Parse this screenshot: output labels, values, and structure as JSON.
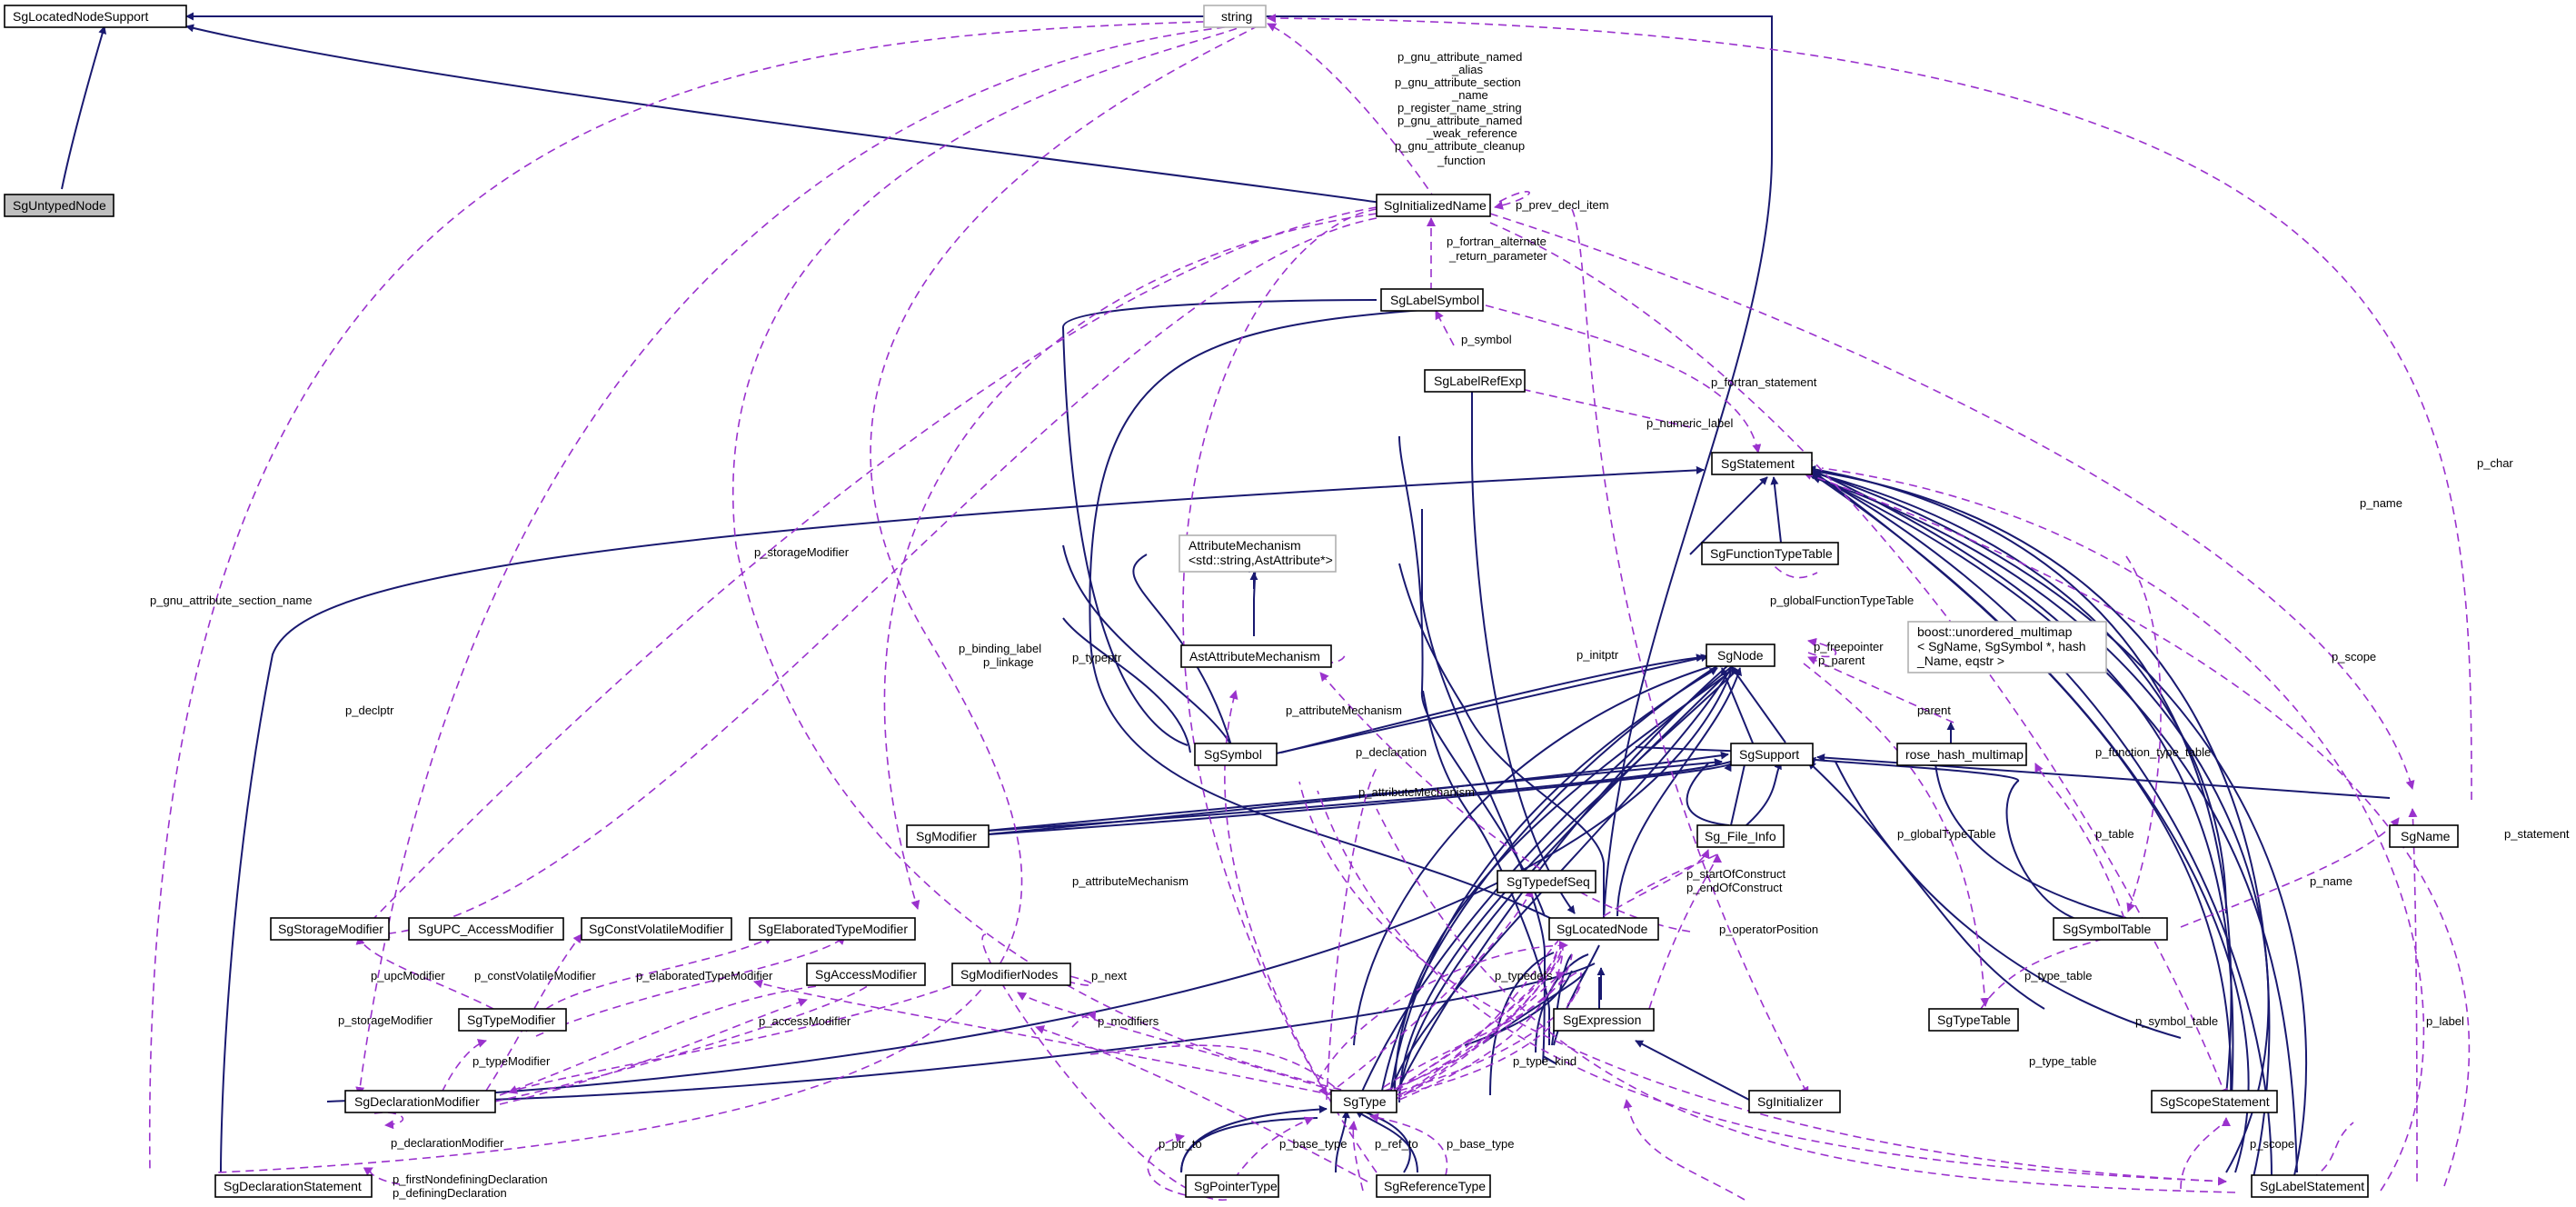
{
  "diagram": {
    "nodes": {
      "untyped": "SgUntypedNode",
      "located_support": "SgLocatedNodeSupport",
      "string": "string",
      "initialized_name": "SgInitializedName",
      "label_symbol": "SgLabelSymbol",
      "label_ref_exp": "SgLabelRefExp",
      "statement": "SgStatement",
      "function_type_table": "SgFunctionTypeTable",
      "attr_mech_template_1": "AttributeMechanism",
      "attr_mech_template_2": "<std::string,AstAttribute*>",
      "ast_attr_mech": "AstAttributeMechanism",
      "node": "SgNode",
      "boost_1": "boost::unordered_multimap",
      "boost_2": "< SgName, SgSymbol *, hash",
      "boost_3": "_Name, eqstr >",
      "symbol": "SgSymbol",
      "support": "SgSupport",
      "rose_hash": "rose_hash_multimap",
      "modifier": "SgModifier",
      "file_info": "Sg_File_Info",
      "name": "SgName",
      "typedef_seq": "SgTypedefSeq",
      "storage_mod": "SgStorageModifier",
      "upc_access_mod": "SgUPC_AccessModifier",
      "const_volatile_mod": "SgConstVolatileModifier",
      "elaborated_type_mod": "SgElaboratedTypeModifier",
      "located_node": "SgLocatedNode",
      "symbol_table": "SgSymbolTable",
      "access_mod": "SgAccessModifier",
      "modifier_nodes": "SgModifierNodes",
      "type_mod": "SgTypeModifier",
      "expression": "SgExpression",
      "type_table": "SgTypeTable",
      "declaration_mod": "SgDeclarationModifier",
      "type": "SgType",
      "initializer": "SgInitializer",
      "scope_statement": "SgScopeStatement",
      "declaration_statement": "SgDeclarationStatement",
      "pointer_type": "SgPointerType",
      "reference_type": "SgReferenceType",
      "label_statement": "SgLabelStatement"
    },
    "labels": {
      "initname_string_1": "p_gnu_attribute_named",
      "initname_string_2": "_alias",
      "initname_string_3": "p_gnu_attribute_section",
      "initname_string_4": "_name",
      "initname_string_5": "p_register_name_string",
      "initname_string_6": "p_gnu_attribute_named",
      "initname_string_7": "_weak_reference",
      "initname_string_8": "p_gnu_attribute_cleanup",
      "initname_string_9": "_function",
      "prev_decl_item": "p_prev_decl_item",
      "fortran_alt_1": "p_fortran_alternate",
      "fortran_alt_2": "_return_parameter",
      "symbol": "p_symbol",
      "fortran_statement": "p_fortran_statement",
      "numeric_label": "p_numeric_label",
      "storage_modifier_top": "p_storageModifier",
      "gnu_section_name": "p_gnu_attribute_section_name",
      "binding_label": "p_binding_label",
      "linkage": "p_linkage",
      "typeptr": "p_typeptr",
      "initptr": "p_initptr",
      "char": "p_char",
      "name_top": "p_name",
      "scope_top": "p_scope",
      "global_fn_type_table": "p_globalFunctionTypeTable",
      "freepointer": "p_freepointer",
      "parent_label": "p_parent",
      "parent": "parent",
      "attribute_mechanism_1": "p_attributeMechanism",
      "declaration": "p_declaration",
      "attribute_mechanism_2": "p_attributeMechanism",
      "function_type_table": "p_function_type_table",
      "global_type_table": "p_globalTypeTable",
      "table": "p_table",
      "statement": "p_statement",
      "declptr": "p_declptr",
      "attribute_mechanism_3": "p_attributeMechanism",
      "start_of_construct": "p_startOfConstruct",
      "end_of_construct": "p_endOfConstruct",
      "operator_position": "p_operatorPosition",
      "name_mid": "p_name",
      "upc_modifier": "p_upcModifier",
      "const_volatile_modifier": "p_constVolatileModifier",
      "elaborated_type_modifier": "p_elaboratedTypeModifier",
      "typedefs": "p_typedefs",
      "type_table_1": "p_type_table",
      "next": "p_next",
      "storage_modifier_bottom": "p_storageModifier",
      "access_modifier": "p_accessModifier",
      "modifiers": "p_modifiers",
      "symbol_table": "p_symbol_table",
      "type_table_2": "p_type_table",
      "label": "p_label",
      "type_modifier": "p_typeModifier",
      "type_kind": "p_type_kind",
      "declaration_modifier": "p_declarationModifier",
      "ptr_to": "p_ptr_to",
      "base_type_1": "p_base_type",
      "ref_to": "p_ref_to",
      "base_type_2": "p_base_type",
      "scope_bottom": "p_scope",
      "first_nondefining": "p_firstNondefiningDeclaration",
      "defining": "p_definingDeclaration"
    }
  }
}
